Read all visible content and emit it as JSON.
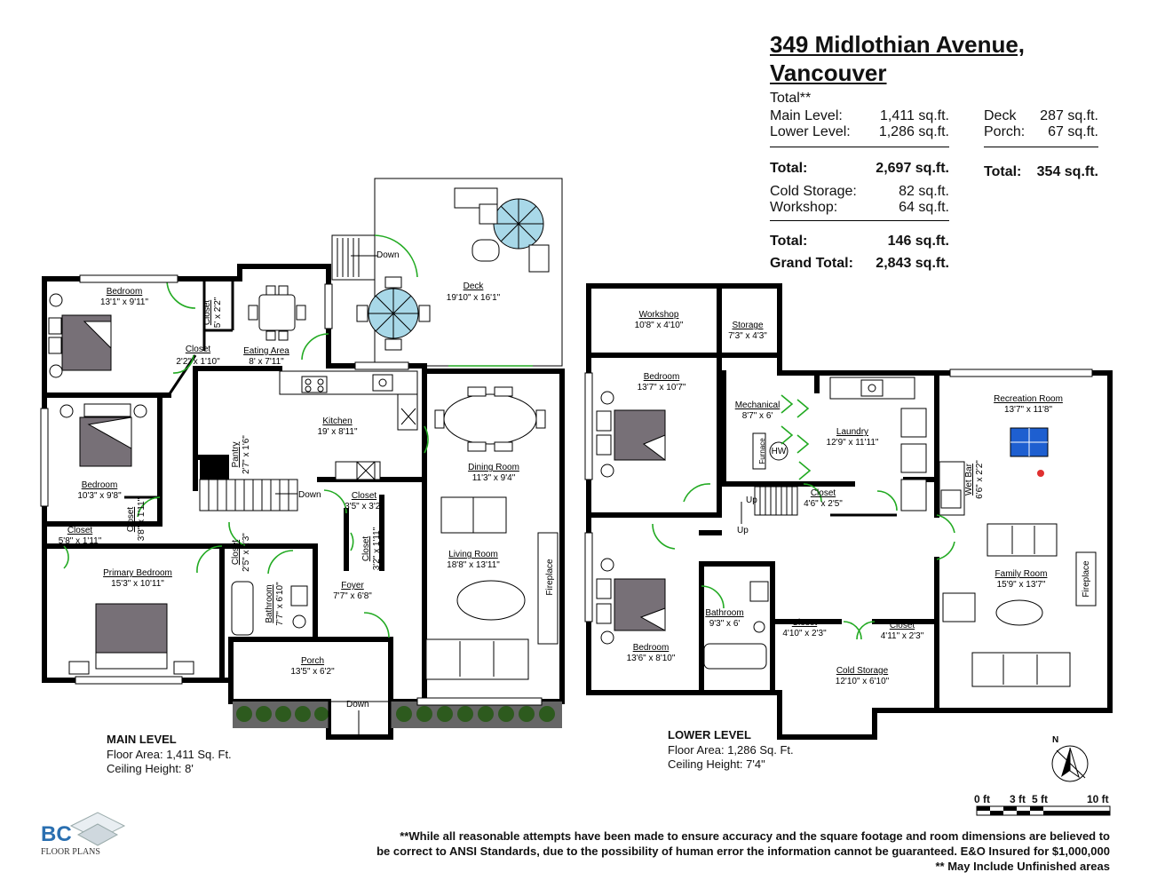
{
  "header": {
    "title_line1": "349 Midlothian Avenue,",
    "title_line2": "Vancouver"
  },
  "areas": {
    "total_heading": "Total**",
    "main_level_label": "Main Level:",
    "main_level_value": "1,411 sq.ft.",
    "lower_level_label": "Lower Level:",
    "lower_level_value": "1,286 sq.ft.",
    "total1_label": "Total:",
    "total1_value": "2,697 sq.ft.",
    "cold_storage_label": "Cold Storage:",
    "cold_storage_value": "82 sq.ft.",
    "workshop_label": "Workshop:",
    "workshop_value": "64 sq.ft.",
    "total2_label": "Total:",
    "total2_value": "146 sq.ft.",
    "grand_total_label": "Grand Total:",
    "grand_total_value": "2,843 sq.ft.",
    "deck_label": "Deck",
    "deck_value": "287 sq.ft.",
    "porch_label": "Porch:",
    "porch_value": "67 sq.ft.",
    "total3_label": "Total:",
    "total3_value": "354 sq.ft."
  },
  "main_level": {
    "heading": "MAIN LEVEL",
    "floor_area": "Floor Area: 1,411 Sq. Ft.",
    "ceiling": "Ceiling Height: 8'",
    "rooms": {
      "bedroom1": {
        "name": "Bedroom",
        "dim": "13'1\" x 9'11\""
      },
      "closet_a": {
        "name": "Closet",
        "dim": "5' x 2'2\""
      },
      "closet_b": {
        "name": "Closet",
        "dim": "2'2\" x 1'10\""
      },
      "eating": {
        "name": "Eating Area",
        "dim": "8' x 7'11\""
      },
      "deck": {
        "name": "Deck",
        "dim": "19'10\" x 16'1\""
      },
      "down1": "Down",
      "bedroom2": {
        "name": "Bedroom",
        "dim": "10'3\" x 9'8\""
      },
      "kitchen": {
        "name": "Kitchen",
        "dim": "19' x 8'11\""
      },
      "pantry": {
        "name": "Pantry",
        "dim": "2'7\" x 1'6\""
      },
      "dining": {
        "name": "Dining Room",
        "dim": "11'3\" x 9'4\""
      },
      "down2": "Down",
      "closet_c": {
        "name": "Closet",
        "dim": "3'5\" x 3'2\""
      },
      "closet_d": {
        "name": "Closet",
        "dim": "5'8\" x 1'11\""
      },
      "closet_e": {
        "name": "Closet",
        "dim": "3'8\" x 1'11\""
      },
      "closet_f": {
        "name": "Closet",
        "dim": "2'5\" x 2'3\""
      },
      "closet_g": {
        "name": "Closet",
        "dim": "3'2\" x 1'11\""
      },
      "primary": {
        "name": "Primary Bedroom",
        "dim": "15'3\" x 10'11\""
      },
      "living": {
        "name": "Living Room",
        "dim": "18'8\" x 13'11\""
      },
      "fireplace": "Fireplace",
      "bathroom": {
        "name": "Bathroom",
        "dim": "7'7\" x 6'10\""
      },
      "foyer": {
        "name": "Foyer",
        "dim": "7'7\" x 6'8\""
      },
      "porch": {
        "name": "Porch",
        "dim": "13'5\" x 6'2\""
      },
      "down3": "Down"
    }
  },
  "lower_level": {
    "heading": "LOWER LEVEL",
    "floor_area": "Floor Area: 1,286 Sq. Ft.",
    "ceiling": "Ceiling Height: 7'4\"",
    "rooms": {
      "workshop": {
        "name": "Workshop",
        "dim": "10'8\" x 4'10\""
      },
      "storage": {
        "name": "Storage",
        "dim": "7'3\" x 4'3\""
      },
      "bedroom1": {
        "name": "Bedroom",
        "dim": "13'7\" x 10'7\""
      },
      "mechanical": {
        "name": "Mechanical",
        "dim": "8'7\" x 6'"
      },
      "furnace": "Furnace",
      "hw": "HW",
      "laundry": {
        "name": "Laundry",
        "dim": "12'9\" x 11'11\""
      },
      "recreation": {
        "name": "Recreation Room",
        "dim": "13'7\" x 11'8\""
      },
      "wetbar": {
        "name": "Wet Bar",
        "dim": "6'6\" x 2'2\""
      },
      "closet_a": {
        "name": "Closet",
        "dim": "4'6\" x 2'5\""
      },
      "up1": "Up",
      "up2": "Up",
      "bedroom2": {
        "name": "Bedroom",
        "dim": "13'6\" x 8'10\""
      },
      "bathroom": {
        "name": "Bathroom",
        "dim": "9'3\" x 6'"
      },
      "closet_b": {
        "name": "Closet",
        "dim": "4'10\" x 2'3\""
      },
      "closet_c": {
        "name": "Closet",
        "dim": "4'11\" x 2'3\""
      },
      "cold": {
        "name": "Cold Storage",
        "dim": "12'10\" x 6'10\""
      },
      "family": {
        "name": "Family Room",
        "dim": "15'9\" x 13'7\""
      },
      "fireplace": "Fireplace"
    }
  },
  "compass_label": "N",
  "scale": {
    "t0": "0 ft",
    "t1": "3 ft",
    "t2": "5 ft",
    "t3": "10 ft"
  },
  "logo": {
    "mark": "BC",
    "text": "FLOOR PLANS"
  },
  "disclaimer": {
    "line1": "**While all reasonable attempts have been made to ensure accuracy and the square footage and room dimensions are believed to",
    "line2": "be correct to ANSI Standards, due to the possibility of human error the information cannot be guaranteed. E&O Insured for $1,000,000",
    "line3": "** May Include Unfinished areas"
  },
  "colors": {
    "wall": "#000000",
    "door": "#22aa22",
    "bed": "#777077",
    "glass": "#a8d8e8",
    "pingpong": "#1e5fd0",
    "shrub": "#2d5a1e"
  }
}
